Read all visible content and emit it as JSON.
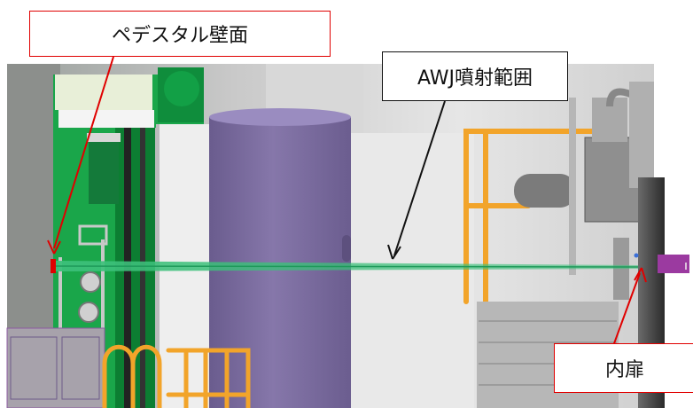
{
  "labels": {
    "pedestal_wall": "ペデスタル壁面",
    "awj_range": "AWJ噴射範囲",
    "inner_door": "内扉"
  },
  "colors": {
    "callout_border_red": "#e00000",
    "callout_border_black": "#111111",
    "arrow_red": "#e00000",
    "arrow_black": "#111111",
    "jet": "#3cc07a",
    "pedestal_green": "#1aa64a",
    "cylinder_purple": "#7f6fa2",
    "railing_orange": "#f2a42a",
    "door_marker_purple": "#9b3aa0",
    "wall_marker_red": "#e00000"
  }
}
